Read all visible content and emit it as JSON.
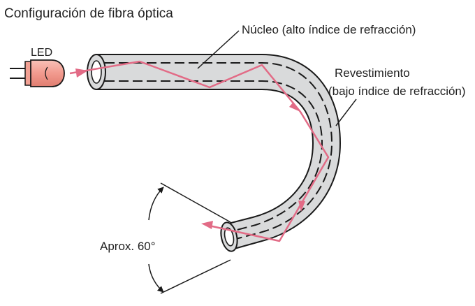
{
  "title": "Configuración de fibra óptica",
  "labels": {
    "led": "LED",
    "core": "Núcleo (alto índice de refracción)",
    "cladding_line1": "Revestimiento",
    "cladding_line2": "(bajo índice de refracción)",
    "angle": "Aprox. 60°"
  },
  "colors": {
    "fiber_fill": "#d9dadb",
    "fiber_stroke": "#1a1a1a",
    "light_ray": "#e26b86",
    "led_body": "#f29a8e",
    "text": "#222222"
  },
  "icons": {
    "led": "led-emitter-icon",
    "arrow": "light-ray-arrow"
  }
}
